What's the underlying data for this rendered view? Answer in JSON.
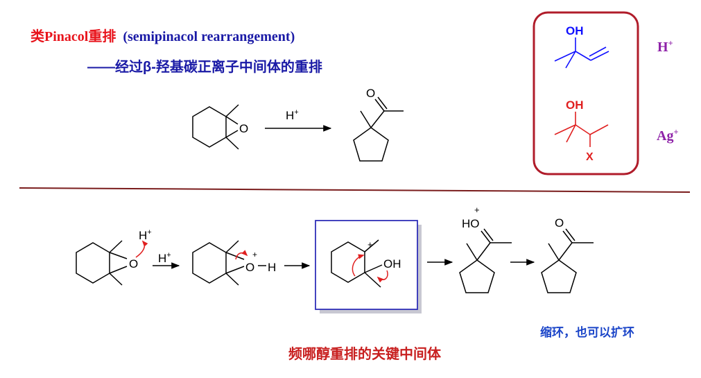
{
  "title": {
    "part1": "类Pinacol重排",
    "part2": "(semipinacol rearrangement)"
  },
  "subtitle": "——经过β-羟基碳正离子中间体的重排",
  "conditions_box": {
    "top": {
      "label": "OH"
    },
    "bottom": {
      "label": "OH",
      "x_label": "X"
    },
    "reagent_top": "H",
    "reagent_top_charge": "+",
    "reagent_bottom": "Ag",
    "reagent_bottom_charge": "+"
  },
  "top_reaction": {
    "epoxide_o": "O",
    "reagent": "H",
    "reagent_charge": "+",
    "product_o": "O"
  },
  "mechanism": {
    "s1_o": "O",
    "s1_h": "H",
    "s1_h_charge": "+",
    "arrow1_reagent": "H",
    "arrow1_charge": "+",
    "s2_o": "O",
    "s2_o_charge": "+",
    "s2_h": "H",
    "s3_cation_charge": "+",
    "s3_oh": "OH",
    "s4_ho": "HO",
    "s4_charge": "+",
    "s5_o": "O"
  },
  "note_blue": "缩环，也可以扩环",
  "footer_red": "频哪醇重排的关键中间体",
  "colors": {
    "title_red": "#e8141c",
    "title_blue": "#1a1aa6",
    "reagent_purple": "#8e22a8",
    "box_border_red": "#b01c2a",
    "intermediate_box_blue": "#2f2fb8",
    "divider": "#7a1c1c",
    "note_blue": "#1a44c8",
    "footer_red": "#c82020",
    "arrow_red": "#e02020",
    "oh_blue": "#1010ff"
  }
}
